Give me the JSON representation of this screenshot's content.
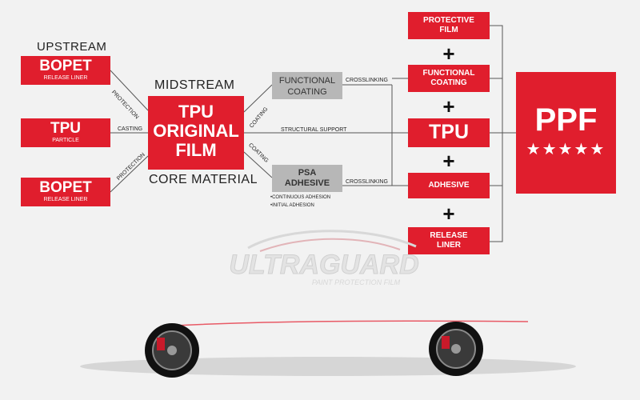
{
  "labels": {
    "upstream": "UPSTREAM",
    "midstream": "MIDSTREAM",
    "core_material": "CORE MATERIAL"
  },
  "upstream": {
    "bopet_top": {
      "title": "BOPET",
      "sub": "RELEASE LINER"
    },
    "tpu": {
      "title": "TPU",
      "sub": "PARTICLE"
    },
    "bopet_bottom": {
      "title": "BOPET",
      "sub": "RELEASE LINER"
    }
  },
  "midstream": {
    "core": {
      "line1": "TPU",
      "line2": "ORIGINAL",
      "line3": "FILM"
    },
    "functional_coating": {
      "line1": "FUNCTIONAL",
      "line2": "COATING"
    },
    "psa_adhesive": {
      "line1": "PSA",
      "line2": "ADHESIVE"
    },
    "psa_notes": [
      "•CONTINUOUS ADHESION",
      "•INITIAL ADHESION"
    ]
  },
  "edges": {
    "protection_top": "PROTECTION",
    "casting": "CASTING",
    "protection_bottom": "PROTECTION",
    "coating_top": "COATING",
    "coating_bottom": "COATING",
    "structural_support": "STRUCTURAL SUPPORT",
    "crosslinking_top": "CROSSLINKING",
    "crosslinking_bottom": "CROSSLINKING"
  },
  "layers": {
    "protective_film": {
      "line1": "PROTECTIVE",
      "line2": "FILM"
    },
    "functional_coating": {
      "line1": "FUNCTIONAL",
      "line2": "COATING"
    },
    "tpu": "TPU",
    "adhesive": "ADHESIVE",
    "release_liner": {
      "line1": "RELEASE",
      "line2": "LINER"
    },
    "plus": "+"
  },
  "product": {
    "title": "PPF",
    "stars": "★★★★★"
  },
  "watermark": {
    "brand": "ULTRAGUARD",
    "tagline": "PAINT PROTECTION FILM"
  },
  "colors": {
    "accent": "#e01e2d",
    "grey_box": "#b7b7b7",
    "car": "#b0121f"
  }
}
